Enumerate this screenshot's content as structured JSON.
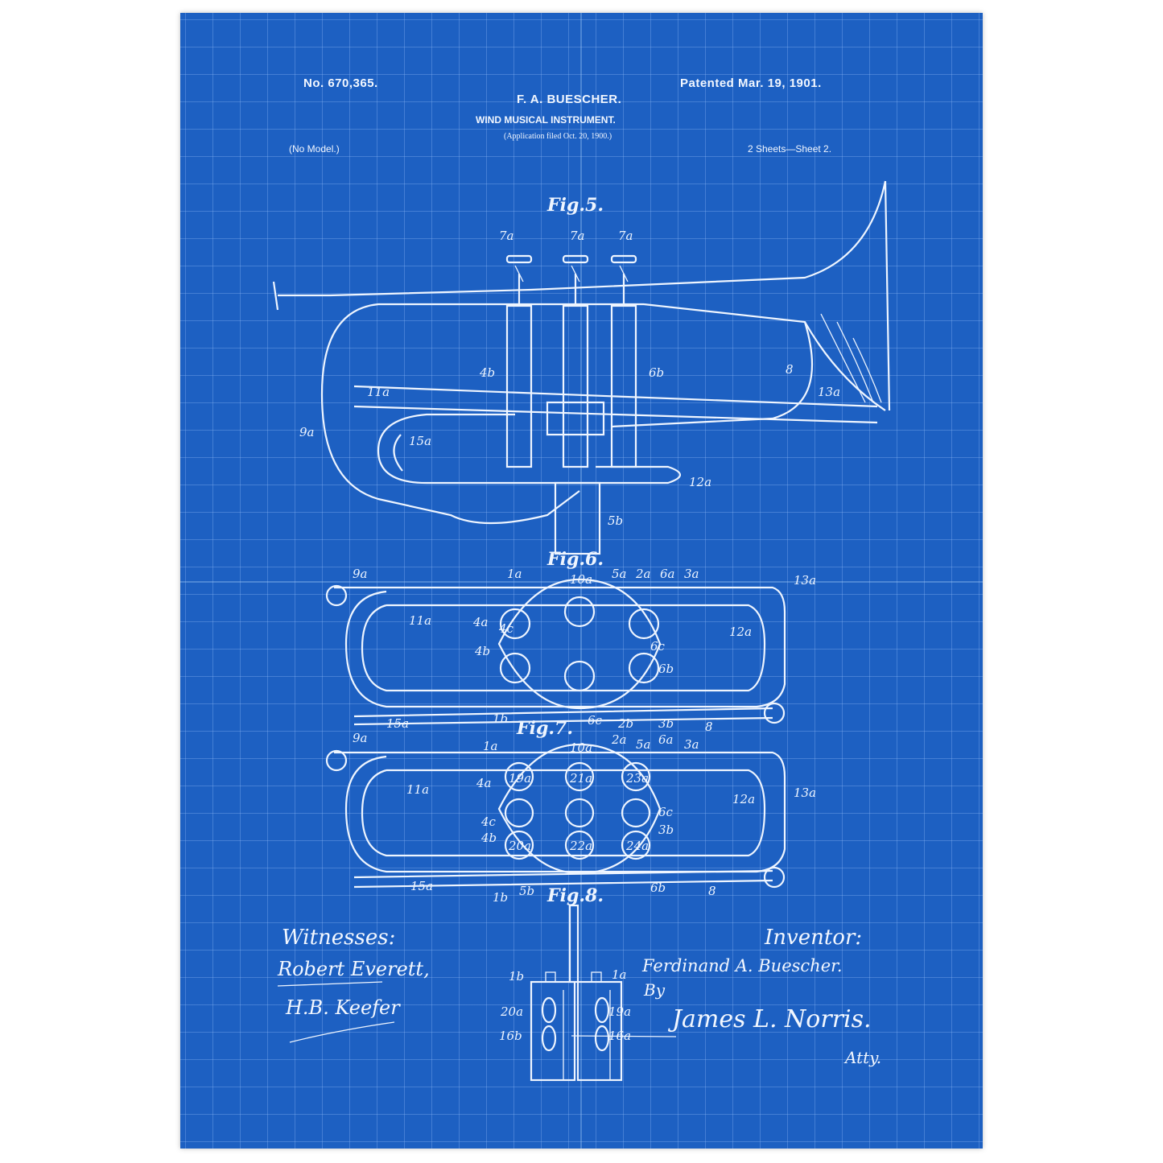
{
  "header": {
    "patent_no": "No. 670,365.",
    "patented": "Patented Mar. 19, 1901.",
    "inventor_name": "F. A. BUESCHER.",
    "title": "WIND MUSICAL INSTRUMENT.",
    "application": "(Application filed Oct. 20, 1900.)",
    "model": "(No Model.)",
    "sheets": "2 Sheets—Sheet 2."
  },
  "figures": {
    "fig5": "Fig.5.",
    "fig6": "Fig.6.",
    "fig7": "Fig.7.",
    "fig8": "Fig.8."
  },
  "labels": {
    "fig5": [
      "7a",
      "7a",
      "7a",
      "4b",
      "6b",
      "8",
      "11a",
      "13a",
      "9a",
      "15a",
      "12a",
      "5b"
    ],
    "fig6": [
      "9a",
      "1a",
      "10a",
      "5a",
      "2a",
      "6a",
      "3a",
      "13a",
      "11a",
      "4a",
      "4c",
      "6c",
      "12a",
      "4b",
      "6b",
      "15a",
      "1b",
      "6c",
      "2b",
      "3b",
      "8"
    ],
    "fig7": [
      "9a",
      "1a",
      "10a",
      "2a",
      "5a",
      "6a",
      "3a",
      "19a",
      "21a",
      "23a",
      "11a",
      "4a",
      "13a",
      "12a",
      "4c",
      "4b",
      "6c",
      "3b",
      "20a",
      "22a",
      "24a",
      "15a",
      "1b",
      "5b",
      "6b",
      "8"
    ],
    "fig8": [
      "1b",
      "1a",
      "20a",
      "19a",
      "16b",
      "16a"
    ]
  },
  "signatures": {
    "witnesses_label": "Witnesses:",
    "witness_1": "Robert Everett,",
    "witness_2": "H.B. Keefer",
    "inventor_label": "Inventor:",
    "inventor": "Ferdinand A. Buescher.",
    "by": "By",
    "attorney": "James L. Norris.",
    "atty": "Atty."
  },
  "colors": {
    "background": "#1d60c2",
    "ink": "#eef5ff",
    "page": "#ffffff"
  }
}
